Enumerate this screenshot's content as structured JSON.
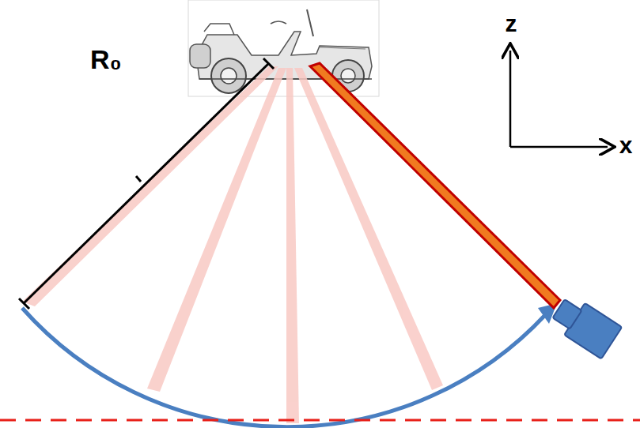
{
  "diagram": {
    "labels": [
      "R₀",
      "z",
      "x"
    ]
  }
}
